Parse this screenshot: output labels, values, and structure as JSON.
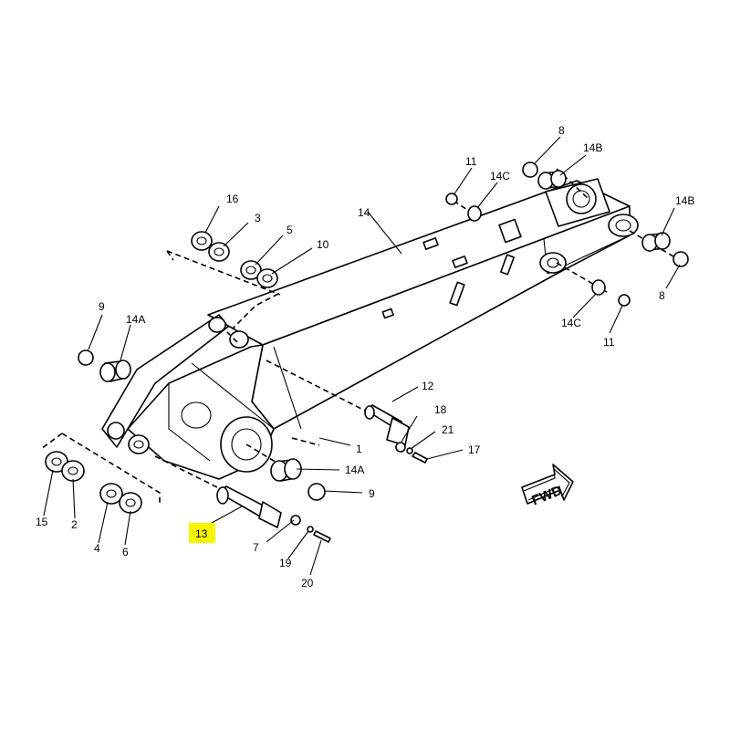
{
  "callouts": {
    "c1": "1",
    "c2": "2",
    "c3": "3",
    "c4": "4",
    "c5": "5",
    "c6": "6",
    "c7": "7",
    "c8a": "8",
    "c8b": "8",
    "c9a": "9",
    "c9b": "9",
    "c10": "10",
    "c11a": "11",
    "c11b": "11",
    "c12": "12",
    "c13": "13",
    "c14": "14",
    "c14a1": "14A",
    "c14a2": "14A",
    "c14b1": "14B",
    "c14b2": "14B",
    "c14c1": "14C",
    "c14c2": "14C",
    "c15": "15",
    "c16": "16",
    "c17": "17",
    "c18": "18",
    "c19": "19",
    "c20": "20",
    "c21": "21"
  },
  "direction_label": "FWD",
  "highlight": {
    "part": "13",
    "color": "#f5f500"
  }
}
